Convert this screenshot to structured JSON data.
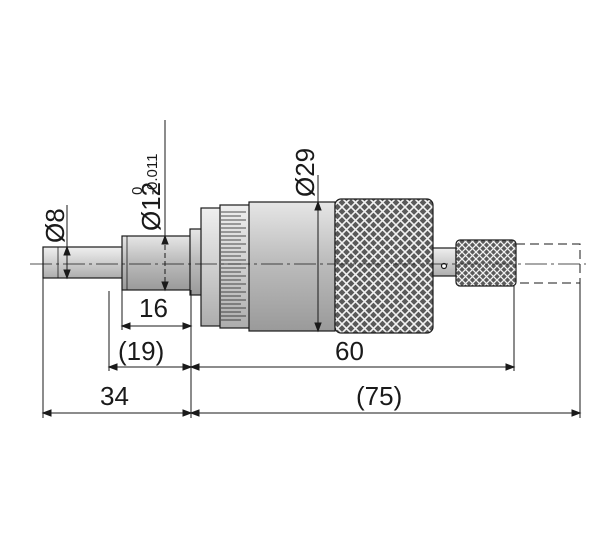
{
  "dimensions": {
    "spindle_diameter": "Ø8",
    "sleeve_diameter_main": "Ø12",
    "sleeve_tol_upper": "0",
    "sleeve_tol_lower": "-0.011",
    "thimble_diameter": "Ø29",
    "sleeve_length": "16",
    "body_length_ref": "(19)",
    "thimble_length": "60",
    "spindle_stroke": "34",
    "total_length_ref": "(75)"
  },
  "colors": {
    "line": "#1a1a1a",
    "body_gray": "#c9c9c9",
    "knurl_dark": "#4a4a4a"
  }
}
